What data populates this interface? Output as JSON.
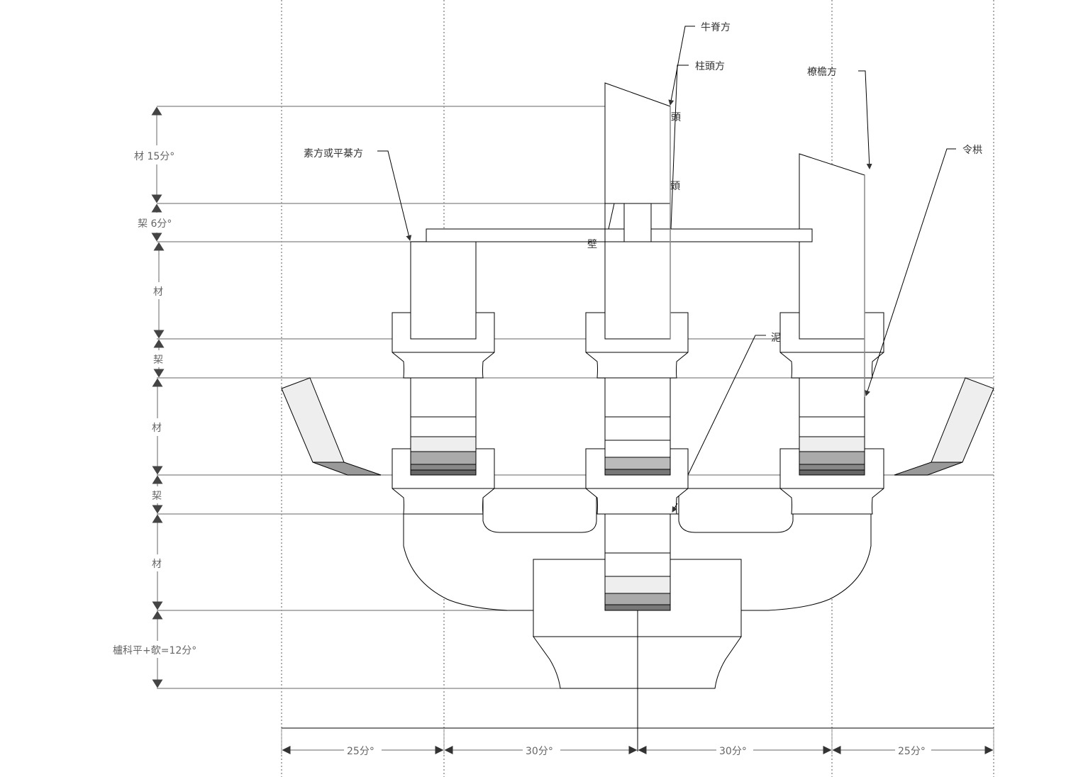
{
  "labels": {
    "niu_ji_fang": "牛脊方",
    "zhu_tou_fang": "柱頭方",
    "liao_yan_fang": "橑檐方",
    "su_fang": "素方或平棊方",
    "ling_gong": "令栱",
    "ni_partial": "泥",
    "tou_1": "頭",
    "tou_2": "頭",
    "bi_partial": "壁"
  },
  "vertical_dims": {
    "cai15": "材 15分°",
    "qi6": "栔 6分°",
    "cai_a": "材",
    "qi_a": "栔",
    "cai_b": "材",
    "qi_b": "栔",
    "cai_c": "材",
    "ludou": "櫨科平+欹=12分°"
  },
  "horizontal_dims": [
    "25分°",
    "30分°",
    "30分°",
    "25分°"
  ],
  "colors": {
    "shade_light": "#eeeeee",
    "shade_mid": "#aaaaaa",
    "shade_dark": "#888888",
    "shade_darker": "#666666"
  }
}
